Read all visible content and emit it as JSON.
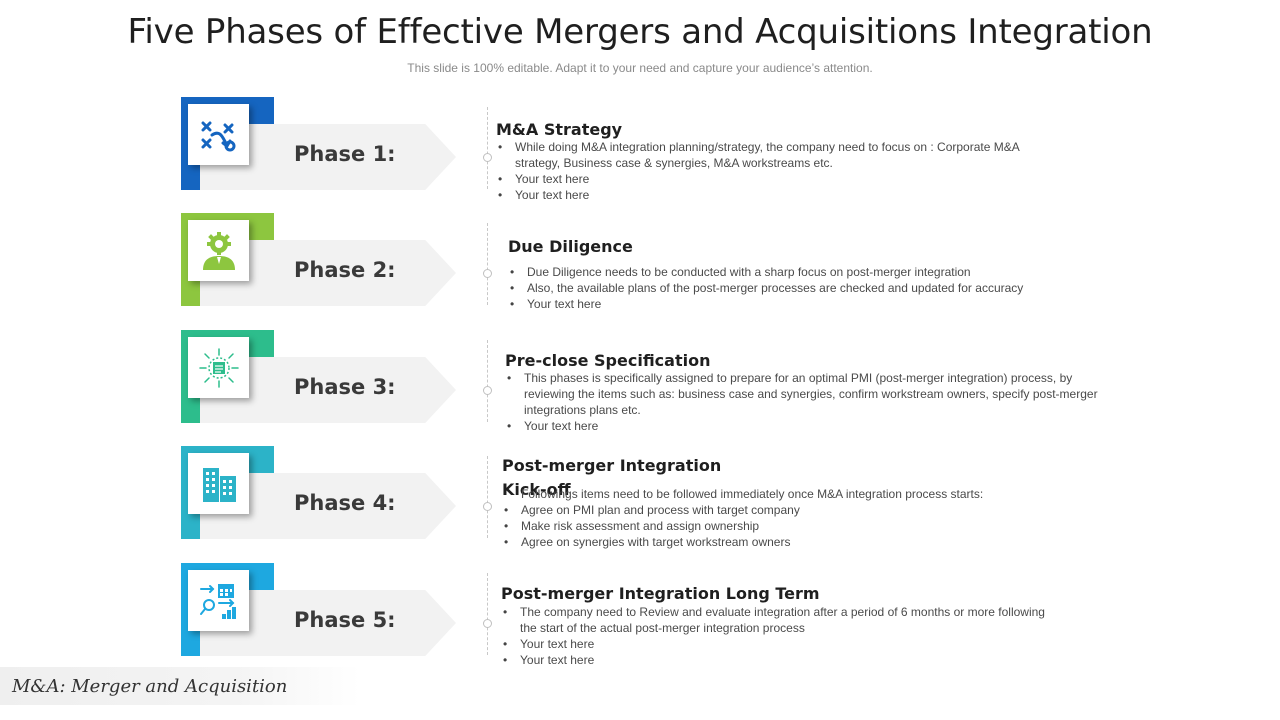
{
  "title": "Five Phases of Effective Mergers and Acquisitions Integration",
  "subtitle": "This slide is 100% editable. Adapt it to your need and capture your audience’s attention.",
  "colors": {
    "phase1": "#1565c0",
    "phase2": "#8dc63f",
    "phase3": "#2dbd8c",
    "phase4": "#2cb3c8",
    "phase5": "#1ea8e0",
    "arrow": "#f2f2f2"
  },
  "phases": [
    {
      "label": "Phase 1:",
      "icon": "strategy-play-icon",
      "heading": "M&A Strategy",
      "intro": "",
      "bullets": [
        "While doing M&A integration planning/strategy,  the company  need to focus on : Corporate M&A strategy, Business case & synergies, M&A workstreams etc.",
        "Your text here",
        "Your text here"
      ]
    },
    {
      "label": "Phase 2:",
      "icon": "businessman-gear-icon",
      "heading": "Due Diligence",
      "intro": "",
      "bullets": [
        "Due Diligence needs to be conducted with a sharp focus on post-merger integration",
        "Also, the available plans of the post-merger processes are checked and updated for accuracy",
        "Your text here"
      ]
    },
    {
      "label": "Phase 3:",
      "icon": "focus-document-icon",
      "heading": "Pre-close Specification",
      "intro": "",
      "bullets": [
        "This phases  is specifically assigned to prepare for an optimal PMI (post-merger integration) process, by reviewing the items such as:  business case and synergies,  confirm workstream owners,  specify post-merger integrations plans etc.",
        "Your text here"
      ]
    },
    {
      "label": "Phase 4:",
      "icon": "office-buildings-icon",
      "heading": "Post-merger Integration Kick-off",
      "intro": "Followings items need to be followed  immediately once M&A integration process starts:",
      "bullets": [
        "Agree on PMI plan and process with target company",
        "Make risk assessment  and assign ownership",
        "Agree on synergies with target workstream owners"
      ]
    },
    {
      "label": "Phase 5:",
      "icon": "planning-analytics-icon",
      "heading": "Post-merger Integration Long Term",
      "intro": "",
      "bullets": [
        "The company need to Review and evaluate integration after a period of 6 months or more following  the start of the actual post-merger integration process",
        "Your text here",
        "Your text here"
      ]
    }
  ],
  "footer": "M&A: Merger and Acquisition"
}
